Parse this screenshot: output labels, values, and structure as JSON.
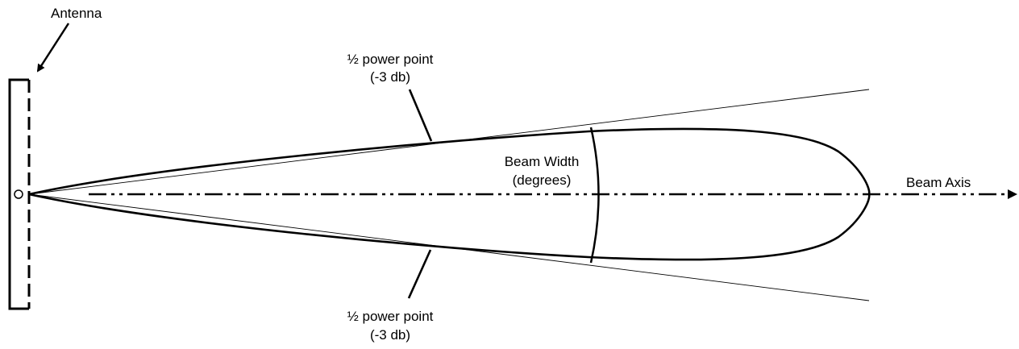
{
  "labels": {
    "antenna": "Antenna",
    "half_power_top_line1": "½ power point",
    "half_power_top_line2": "(-3 db)",
    "half_power_bottom_line1": "½ power point",
    "half_power_bottom_line2": "(-3 db)",
    "beam_width_line1": "Beam Width",
    "beam_width_line2": "(degrees)",
    "beam_axis": "Beam Axis"
  },
  "colors": {
    "stroke": "#000000",
    "background": "#ffffff"
  }
}
